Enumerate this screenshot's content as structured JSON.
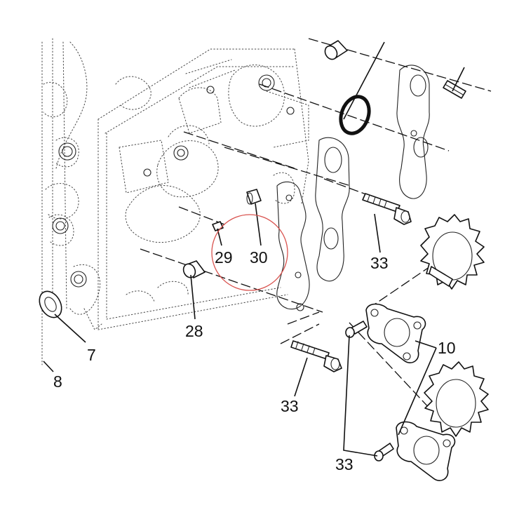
{
  "callouts": [
    {
      "id": "c7",
      "text": "7"
    },
    {
      "id": "c8",
      "text": "8"
    },
    {
      "id": "c10",
      "text": "10"
    },
    {
      "id": "c28",
      "text": "28"
    },
    {
      "id": "c29",
      "text": "29"
    },
    {
      "id": "c30",
      "text": "30"
    },
    {
      "id": "c33a",
      "text": "33"
    },
    {
      "id": "c33b",
      "text": "33"
    },
    {
      "id": "c33c",
      "text": "33"
    }
  ],
  "colors": {
    "line": "#111111",
    "highlight": "#d9534f",
    "background": "#ffffff"
  }
}
